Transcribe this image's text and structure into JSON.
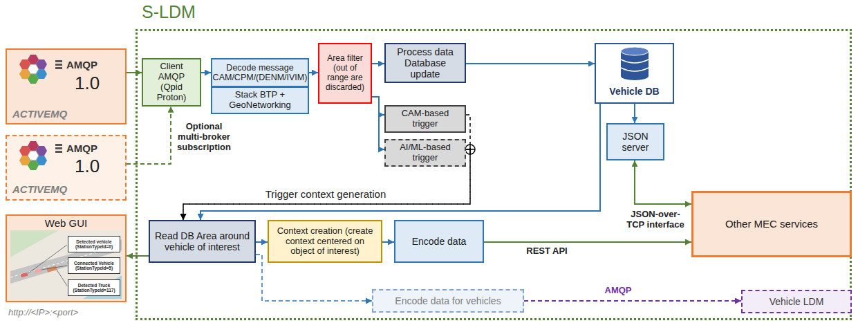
{
  "diagram": {
    "nodes": [
      {
        "text": [
          "S-LDM"
        ]
      },
      {
        "text": [
          "AMQP",
          "1.0",
          "ACTIVEMQ"
        ]
      },
      {
        "text": [
          "AMQP",
          "1.0",
          "ACTIVEMQ"
        ]
      },
      {
        "text": [
          "Web GUI"
        ]
      },
      {
        "text": [
          "Detected vehicle (StationTypeId=0)"
        ],
        "in": 3
      },
      {
        "text": [
          "Connected Vehicle (StationTypeId=5)"
        ],
        "in": 3
      },
      {
        "text": [
          "Detected Truck (StationTypeId=117)"
        ],
        "in": 3
      },
      {
        "text": [
          "Client AMQP (Qpid Proton)"
        ],
        "in": 0
      },
      {
        "text": [
          "Decode message CAM/CPM/(DENM/IVIM)"
        ],
        "in": 0
      },
      {
        "text": [
          "Stack BTP + GeoNetworking"
        ],
        "in": 0
      },
      {
        "text": [
          "Area filter (out of range are discarded)"
        ],
        "in": 0
      },
      {
        "text": [
          "Process data Database update"
        ],
        "in": 0
      },
      {
        "text": [
          "Vehicle DB"
        ],
        "in": 0
      },
      {
        "text": [
          "CAM-based trigger"
        ],
        "in": 0
      },
      {
        "text": [
          "AI/ML-based trigger"
        ],
        "in": 0
      },
      {
        "text": [
          "JSON server"
        ],
        "in": 0
      },
      {
        "text": [
          "Read DB Area around vehicle of interest"
        ],
        "in": 0
      },
      {
        "text": [
          "Context creation (create context centered on object of interest)"
        ],
        "in": 0
      },
      {
        "text": [
          "Encode data"
        ],
        "in": 0
      },
      {
        "text": [
          "Encode data for vehicles"
        ],
        "in": 0
      },
      {
        "text": [
          "Other MEC services"
        ]
      },
      {
        "text": [
          "Vehicle LDM"
        ]
      }
    ],
    "edges": [
      {
        "from": 1,
        "to": 7,
        "arrow": "to"
      },
      {
        "from": 2,
        "to": 7,
        "arrow": "to",
        "label": "Optional multi-broker subscription"
      },
      {
        "from": 7,
        "to": 8,
        "arrow": "to"
      },
      {
        "from": 8,
        "to": 10,
        "arrow": "to"
      },
      {
        "from": 10,
        "to": 11,
        "arrow": "to"
      },
      {
        "from": 10,
        "to": 13,
        "arrow": "to"
      },
      {
        "from": 10,
        "to": 14,
        "arrow": "to"
      },
      {
        "from": 11,
        "to": 12,
        "arrow": "to"
      },
      {
        "from": 12,
        "to": 15,
        "arrow": "to"
      },
      {
        "from": 12,
        "to": 16,
        "arrow": "to"
      },
      {
        "from": 13,
        "to": 16,
        "arrow": "to",
        "label": "Trigger context generation"
      },
      {
        "from": 14,
        "to": 16,
        "arrow": "to"
      },
      {
        "from": 16,
        "to": 17,
        "arrow": "to"
      },
      {
        "from": 17,
        "to": 18,
        "arrow": "to"
      },
      {
        "from": 18,
        "to": 20,
        "arrow": "to",
        "label": "REST API"
      },
      {
        "from": 15,
        "to": 20,
        "arrow": "both",
        "label": "JSON-over-TCP interface"
      },
      {
        "from": 16,
        "to": 19,
        "arrow": "to"
      },
      {
        "from": 19,
        "to": 21,
        "arrow": "to",
        "label": "AMQP"
      },
      {
        "from": 16,
        "to": 3,
        "arrow": "to"
      }
    ],
    "labels": [
      "http://<IP>:<port>"
    ]
  }
}
